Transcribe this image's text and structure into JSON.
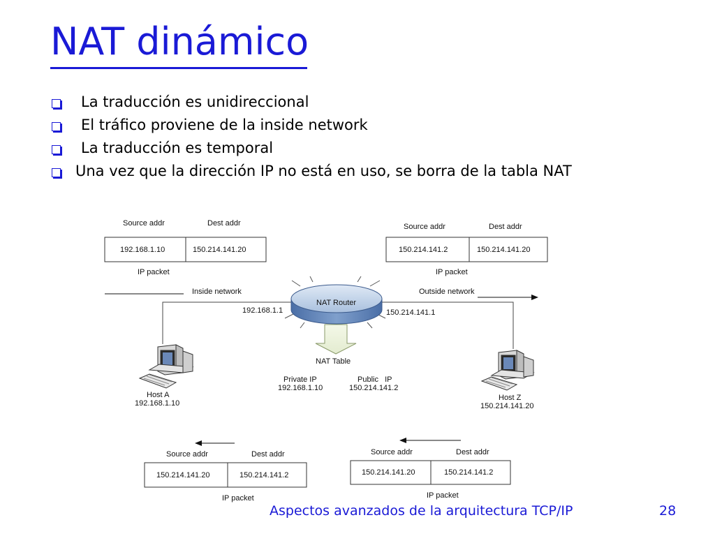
{
  "title": "NAT dinámico",
  "bullets": [
    "La traducción es unidireccional",
    "El tráfico proviene de la inside network",
    "La traducción es temporal",
    "Una vez que la dirección IP no está en uso, se borra de la tabla NAT"
  ],
  "diagram": {
    "packet_top_left": {
      "source_label": "Source addr",
      "dest_label": "Dest addr",
      "source": "192.168.1.10",
      "dest": "150.214.141.20",
      "caption": "IP packet"
    },
    "packet_top_right": {
      "source_label": "Source addr",
      "dest_label": "Dest addr",
      "source": "150.214.141.2",
      "dest": "150.214.141.20",
      "caption": "IP packet"
    },
    "packet_bottom_left": {
      "source_label": "Source addr",
      "dest_label": "Dest addr",
      "source": "150.214.141.20",
      "dest": "150.214.141.2",
      "caption": "IP packet"
    },
    "packet_bottom_right": {
      "source_label": "Source addr",
      "dest_label": "Dest addr",
      "source": "150.214.141.20",
      "dest": "150.214.141.2",
      "caption": "IP packet"
    },
    "inside_network": "Inside network",
    "outside_network": "Outside network",
    "router_label": "NAT Router",
    "router_inside_ip": "192.168.1.1",
    "router_outside_ip": "150.214.141.1",
    "nat_table": {
      "title": "NAT Table",
      "private_header": "Private IP",
      "public_header": "Public   IP",
      "private_ip": "192.168.1.10",
      "public_ip": "150.214.141.2"
    },
    "host_a": {
      "name": "Host A",
      "ip": "192.168.1.10"
    },
    "host_z": {
      "name": "Host Z",
      "ip": "150.214.141.20"
    }
  },
  "footer": "Aspectos avanzados de la arquitectura TCP/IP",
  "page_number": "28",
  "colors": {
    "title": "#1a1ad6",
    "footer": "#1a1ad6",
    "router_top": "#9fb8d8",
    "router_side": "#5b7fb3"
  }
}
